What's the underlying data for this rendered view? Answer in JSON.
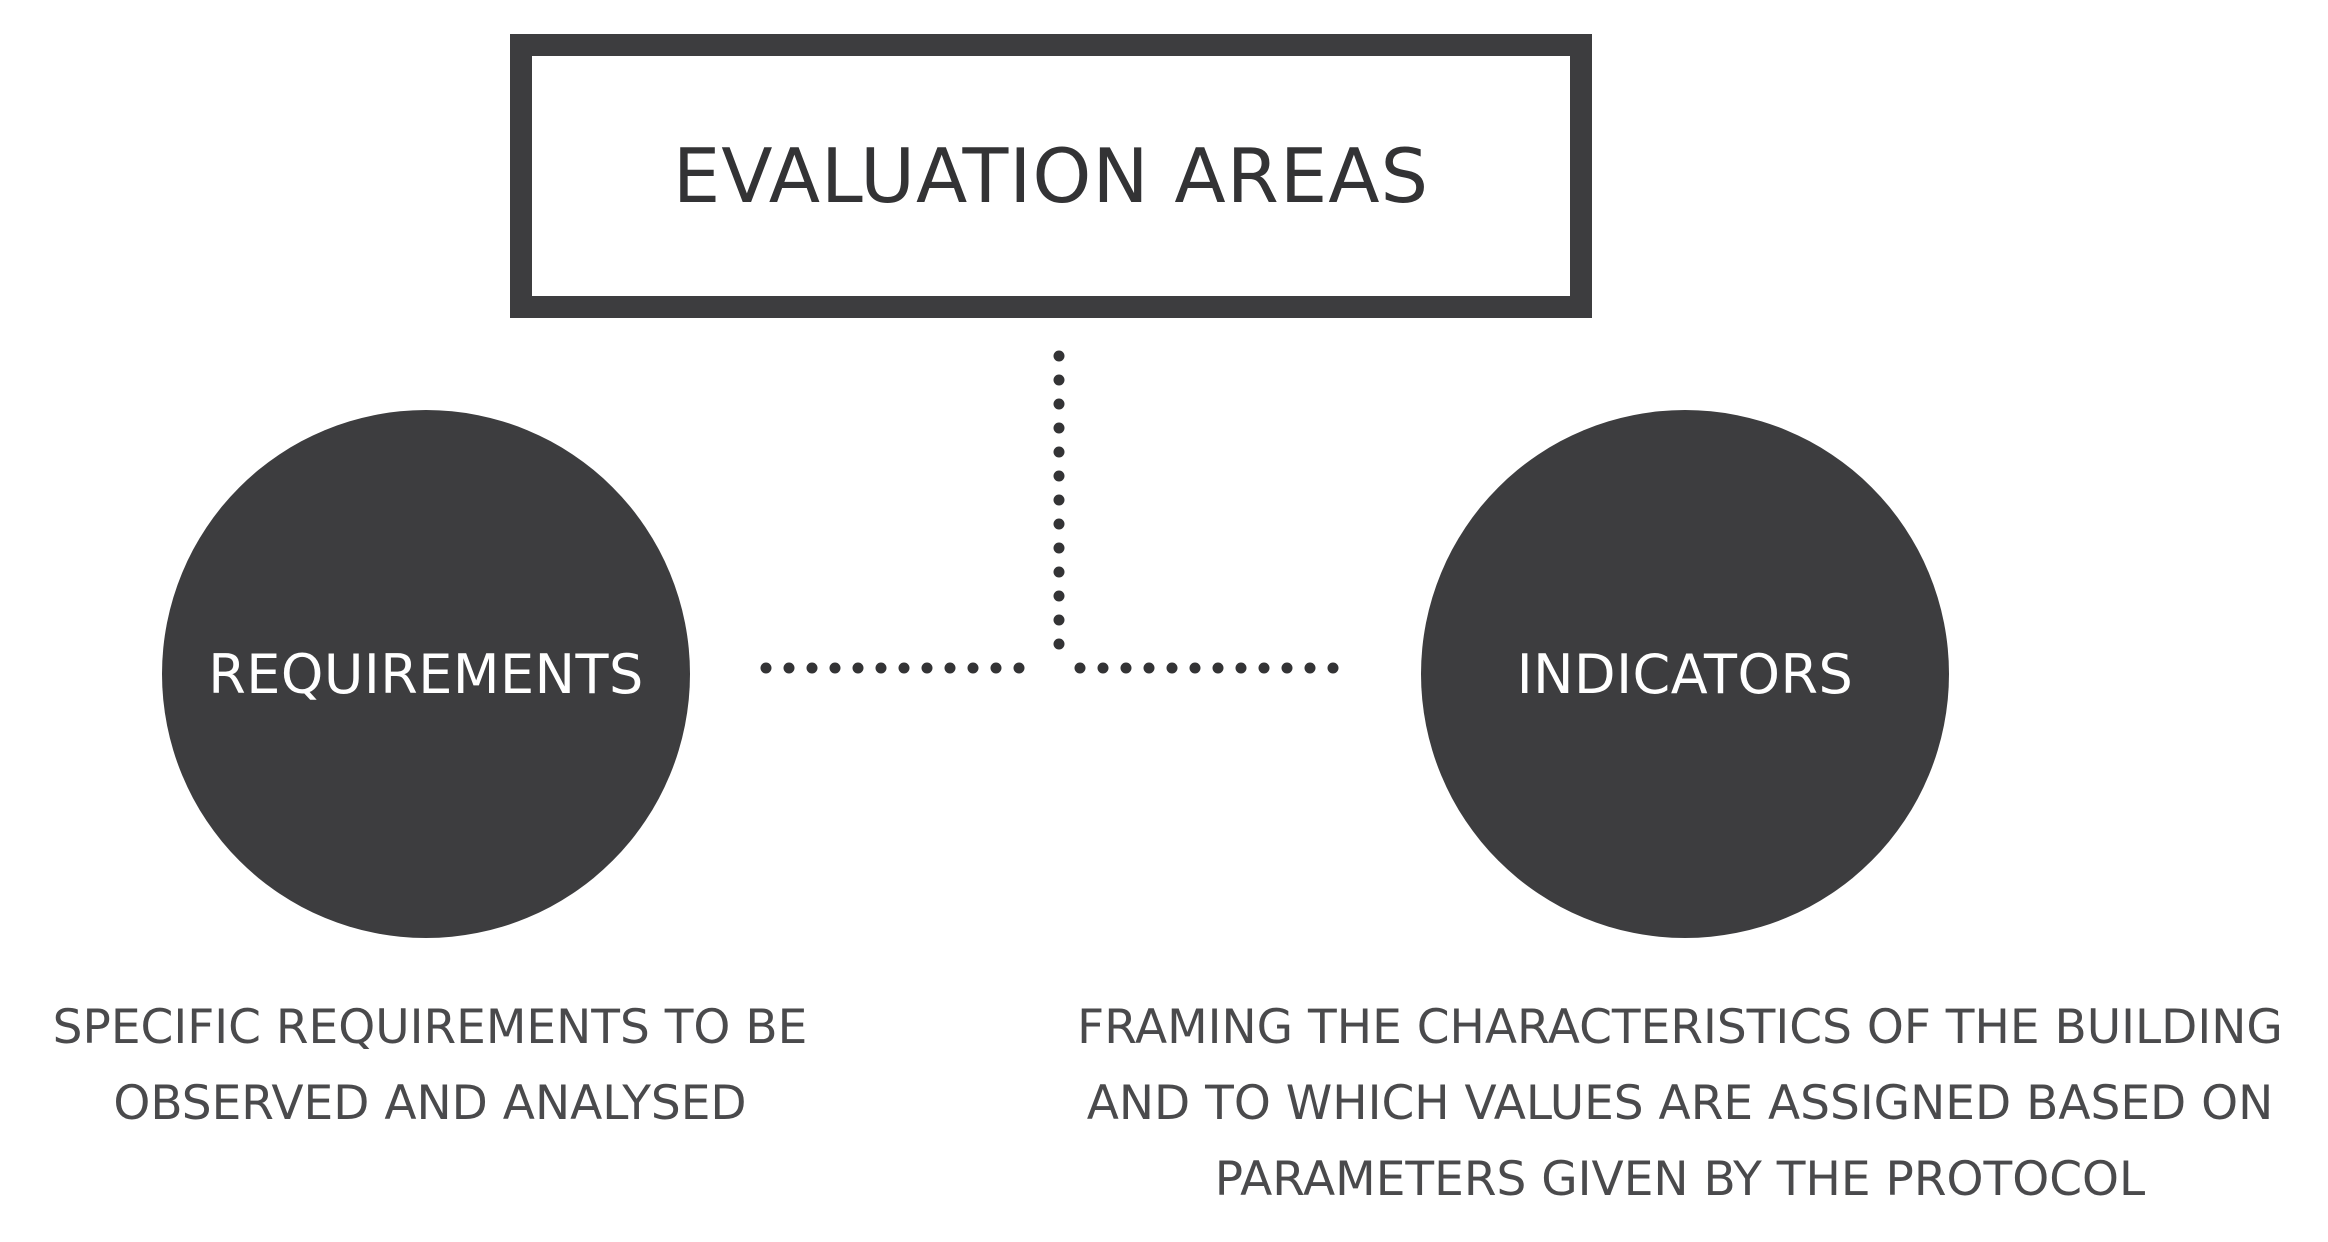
{
  "diagram": {
    "root": {
      "label": "EVALUATION AREAS"
    },
    "nodes": [
      {
        "label": "REQUIREMENTS",
        "description": "SPECIFIC REQUIREMENTS TO BE\nOBSERVED AND ANALYSED"
      },
      {
        "label": "INDICATORS",
        "description": "FRAMING THE CHARACTERISTICS OF THE BUILDING\nAND TO WHICH VALUES ARE ASSIGNED BASED ON\nPARAMETERS GIVEN BY THE PROTOCOL"
      }
    ],
    "colors": {
      "node_fill": "#3d3d3f",
      "box_border": "#3d3d3f",
      "connector": "#333335",
      "text_dark": "#4a4a4c",
      "text_light": "#ffffff"
    }
  }
}
